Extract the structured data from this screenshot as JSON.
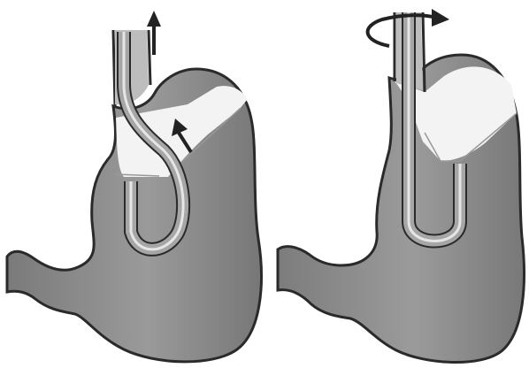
{
  "figure": {
    "panels": [
      {
        "id": "left",
        "scope_shape": "retroflexed J-loop inside stomach",
        "arrows": [
          "withdraw-up-arrow",
          "push-in-arrow"
        ]
      },
      {
        "id": "right",
        "scope_shape": "straightened U-turn inside stomach",
        "arrows": [
          "rotate-arrow"
        ]
      }
    ]
  },
  "colors": {
    "stomach_fill": "#8c8c8c",
    "stomach_shade": "#6f6f6f",
    "air_space": "#f7f7f7",
    "outline": "#2a2a2a",
    "scope_fill": "#9a9a9a",
    "scope_core": "#e8e8e8"
  }
}
